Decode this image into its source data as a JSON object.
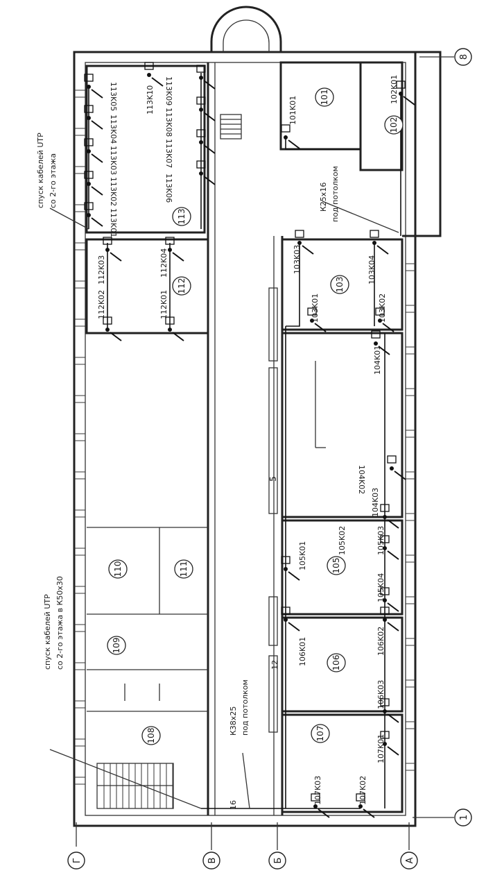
{
  "floorplan": {
    "axes": {
      "g": "Г",
      "v": "В",
      "b": "Б",
      "a": "А",
      "one": "1",
      "eight": "8"
    },
    "rooms": [
      "101",
      "102",
      "103",
      "105",
      "106",
      "107",
      "108",
      "109",
      "110",
      "111",
      "112",
      "113"
    ],
    "corridor_number": "5",
    "dimension_note": "12",
    "dimension_note2": "16",
    "outlets": {
      "r101": "101K01",
      "r102": "102K01",
      "r103": [
        "103K01",
        "103K02",
        "103K03",
        "103K04"
      ],
      "r104": [
        "104K01",
        "104K02",
        "104K03"
      ],
      "r105": [
        "105K01",
        "105K02",
        "105K03",
        "105K04"
      ],
      "r106": [
        "106K01",
        "106K02",
        "106K03"
      ],
      "r107": [
        "107K01",
        "107K02",
        "107K03"
      ],
      "r112": [
        "112K01",
        "112K02",
        "112K03",
        "112K04"
      ],
      "r113": [
        "113K01",
        "113K02",
        "113K03",
        "113K04",
        "113K05",
        "113K06",
        "113K07",
        "113K08",
        "113K09",
        "113K10"
      ]
    },
    "notes": {
      "utp_top_1": "спуск   кабелей UTP",
      "utp_top_2": "со 2-го этажа",
      "utp_bottom_1": "спуск   кабелей UTP",
      "utp_bottom_2": "со 2-го этажа в К50х30",
      "k25_1": "К25х16",
      "k25_2": "под потолком",
      "k38_1": "К38х25",
      "k38_2": "под потолком"
    }
  }
}
